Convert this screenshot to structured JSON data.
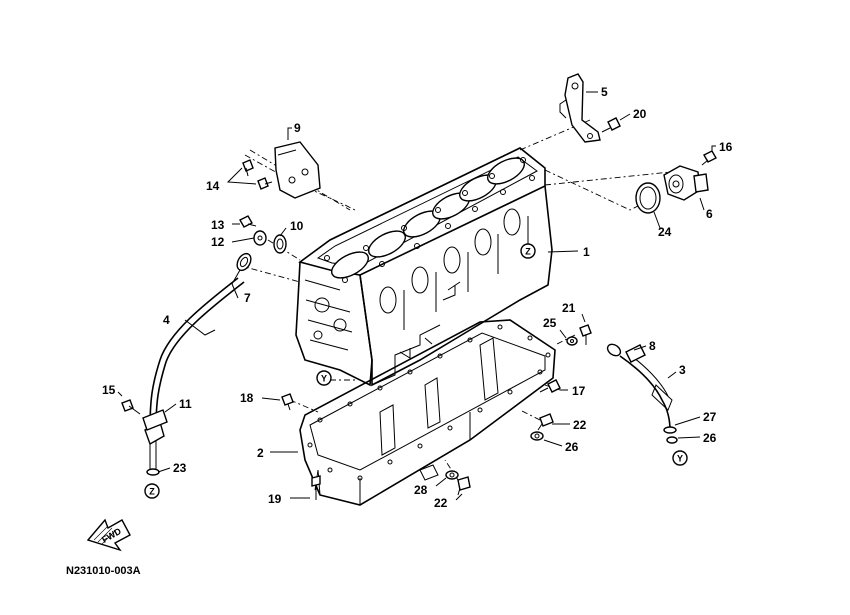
{
  "diagram_code": "N231010-003A",
  "fwd_label": "FWD",
  "ref_marks": {
    "y": "Y",
    "z": "Z"
  },
  "callouts": {
    "c1": "1",
    "c2": "2",
    "c3": "3",
    "c4": "4",
    "c5": "5",
    "c6": "6",
    "c7": "7",
    "c8": "8",
    "c9": "9",
    "c10": "10",
    "c11": "11",
    "c12": "12",
    "c13": "13",
    "c14": "14",
    "c15": "15",
    "c16": "16",
    "c17": "17",
    "c18": "18",
    "c19": "19",
    "c20": "20",
    "c21": "21",
    "c22a": "22",
    "c22b": "22",
    "c23": "23",
    "c24": "24",
    "c25": "25",
    "c26a": "26",
    "c26b": "26",
    "c27": "27",
    "c28": "28"
  }
}
